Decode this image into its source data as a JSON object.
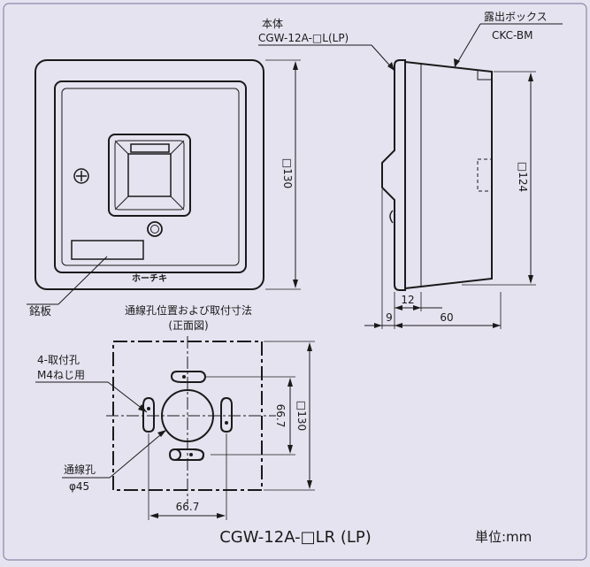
{
  "front_view": {
    "dim_height": "□130",
    "brand_label": "ホーチキ",
    "nameplate_label": "銘板"
  },
  "side_view": {
    "body_label": "本体",
    "body_model": "CGW-12A-□L(LP)",
    "box_label": "露出ボックス",
    "box_model": "CKC-BM",
    "dim_height": "□124",
    "dim_9": "9",
    "dim_12": "12",
    "dim_60": "60"
  },
  "hole_view": {
    "title": "通線孔位置および取付寸法",
    "subtitle": "(正面図)",
    "mount_hole_label": "4-取付孔",
    "mount_screw_label": "M4ねじ用",
    "wire_hole_label": "通線孔",
    "wire_hole_dia": "φ45",
    "dim_667_v": "66.7",
    "dim_130_v": "□130",
    "dim_667_h": "66.7"
  },
  "footer": {
    "model": "CGW-12A-□LR (LP)",
    "unit": "単位:mm"
  },
  "colors": {
    "background": "#e6e3f0",
    "face_fill": "#f4f3f8",
    "line": "#1a1a1a",
    "border": "#8a88a8"
  }
}
